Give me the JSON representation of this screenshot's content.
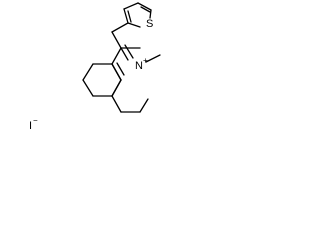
{
  "molecule": {
    "ring_nitrogen": {
      "symbol": "N",
      "charge": "+"
    },
    "sulfur": {
      "symbol": "S"
    },
    "counter_ion": {
      "symbol": "I",
      "charge": "−"
    }
  }
}
